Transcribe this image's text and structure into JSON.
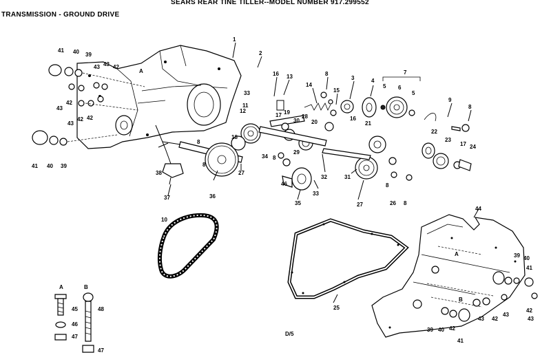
{
  "title": "SEARS REAR TINE TILLER--MODEL NUMBER  917.299552",
  "subtitle": "TRANSMISSION - GROUND DRIVE",
  "page_code": "D/5",
  "callouts": [
    {
      "id": "c1",
      "text": "1"
    },
    {
      "id": "c2",
      "text": "2"
    },
    {
      "id": "c3a",
      "text": "3"
    },
    {
      "id": "c4",
      "text": "4"
    },
    {
      "id": "c5a",
      "text": "5"
    },
    {
      "id": "c5b",
      "text": "5"
    },
    {
      "id": "c6",
      "text": "6"
    },
    {
      "id": "c7",
      "text": "7"
    },
    {
      "id": "c8a",
      "text": "8"
    },
    {
      "id": "c8b",
      "text": "8"
    },
    {
      "id": "c8c",
      "text": "8"
    },
    {
      "id": "c8d",
      "text": "8"
    },
    {
      "id": "c8e",
      "text": "8"
    },
    {
      "id": "c8f",
      "text": "8"
    },
    {
      "id": "c8g",
      "text": "8"
    },
    {
      "id": "c9",
      "text": "9"
    },
    {
      "id": "c10",
      "text": "10"
    },
    {
      "id": "c11",
      "text": "11"
    },
    {
      "id": "c12",
      "text": "12"
    },
    {
      "id": "c13",
      "text": "13"
    },
    {
      "id": "c14",
      "text": "14"
    },
    {
      "id": "c15",
      "text": "15"
    },
    {
      "id": "c16a",
      "text": "16"
    },
    {
      "id": "c16b",
      "text": "16"
    },
    {
      "id": "c17a",
      "text": "17"
    },
    {
      "id": "c17b",
      "text": "17"
    },
    {
      "id": "c18",
      "text": "18"
    },
    {
      "id": "c19",
      "text": "19"
    },
    {
      "id": "c20",
      "text": "20"
    },
    {
      "id": "c21",
      "text": "21"
    },
    {
      "id": "c22",
      "text": "22"
    },
    {
      "id": "c23",
      "text": "23"
    },
    {
      "id": "c24",
      "text": "24"
    },
    {
      "id": "c25",
      "text": "25"
    },
    {
      "id": "c26",
      "text": "26"
    },
    {
      "id": "c27a",
      "text": "27"
    },
    {
      "id": "c27b",
      "text": "27"
    },
    {
      "id": "c28",
      "text": "28"
    },
    {
      "id": "c29",
      "text": "29"
    },
    {
      "id": "c30",
      "text": "30"
    },
    {
      "id": "c31",
      "text": "31"
    },
    {
      "id": "c32",
      "text": "32"
    },
    {
      "id": "c33a",
      "text": "33"
    },
    {
      "id": "c33b",
      "text": "33"
    },
    {
      "id": "c34",
      "text": "34"
    },
    {
      "id": "c35",
      "text": "35"
    },
    {
      "id": "c36",
      "text": "36"
    },
    {
      "id": "c37",
      "text": "37"
    },
    {
      "id": "c38",
      "text": "38"
    },
    {
      "id": "c39a",
      "text": "39"
    },
    {
      "id": "c39b",
      "text": "39"
    },
    {
      "id": "c39c",
      "text": "39"
    },
    {
      "id": "c39d",
      "text": "39"
    },
    {
      "id": "c40a",
      "text": "40"
    },
    {
      "id": "c40b",
      "text": "40"
    },
    {
      "id": "c40c",
      "text": "40"
    },
    {
      "id": "c40d",
      "text": "40"
    },
    {
      "id": "c41a",
      "text": "41"
    },
    {
      "id": "c41b",
      "text": "41"
    },
    {
      "id": "c41c",
      "text": "41"
    },
    {
      "id": "c41d",
      "text": "41"
    },
    {
      "id": "c42a",
      "text": "42"
    },
    {
      "id": "c42b",
      "text": "42"
    },
    {
      "id": "c42c",
      "text": "42"
    },
    {
      "id": "c42d",
      "text": "42"
    },
    {
      "id": "c42e",
      "text": "42"
    },
    {
      "id": "c42f",
      "text": "42"
    },
    {
      "id": "c42g",
      "text": "42"
    },
    {
      "id": "c43a",
      "text": "43"
    },
    {
      "id": "c43b",
      "text": "43"
    },
    {
      "id": "c43c",
      "text": "43"
    },
    {
      "id": "c43d",
      "text": "43"
    },
    {
      "id": "c43e",
      "text": "43"
    },
    {
      "id": "c43f",
      "text": "43"
    },
    {
      "id": "c43g",
      "text": "43"
    },
    {
      "id": "c44",
      "text": "44"
    },
    {
      "id": "c45",
      "text": "45"
    },
    {
      "id": "c46",
      "text": "46"
    },
    {
      "id": "c46b",
      "text": "46"
    },
    {
      "id": "c47a",
      "text": "47"
    },
    {
      "id": "c47b",
      "text": "47"
    },
    {
      "id": "c48",
      "text": "48"
    },
    {
      "id": "cA1",
      "text": "A"
    },
    {
      "id": "cA2",
      "text": "A"
    },
    {
      "id": "cA3",
      "text": "A"
    },
    {
      "id": "cB1",
      "text": "B"
    },
    {
      "id": "cB2",
      "text": "B"
    }
  ]
}
